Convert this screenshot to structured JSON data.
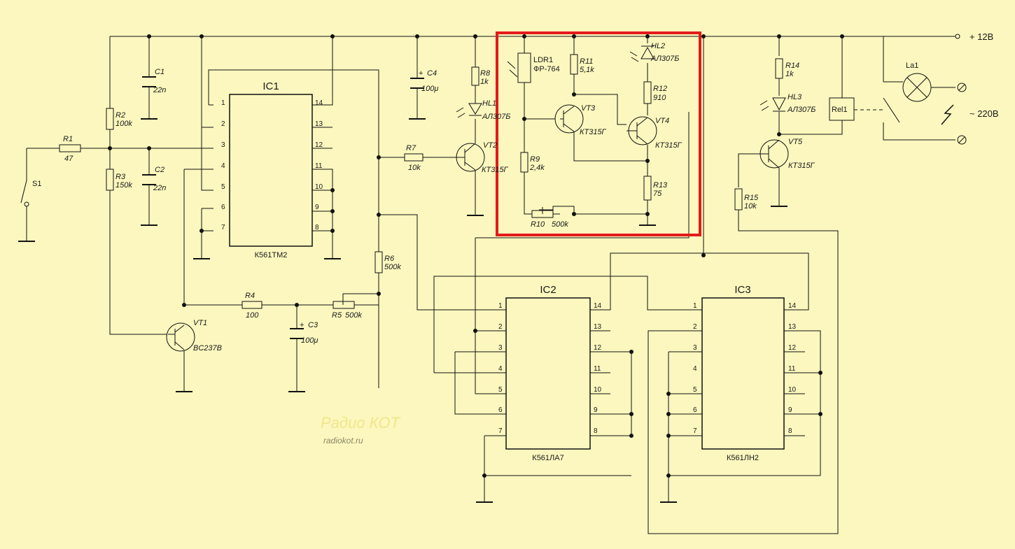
{
  "ic_labels": {
    "ic1": {
      "name": "IC1",
      "type": "К561ТМ2"
    },
    "ic2": {
      "name": "IC2",
      "type": "К561ЛА7"
    },
    "ic3": {
      "name": "IC3",
      "type": "К561ЛН2"
    }
  },
  "pin_labels": [
    "1",
    "2",
    "3",
    "4",
    "5",
    "6",
    "7",
    "8",
    "9",
    "10",
    "11",
    "12",
    "13",
    "14"
  ],
  "resistors": {
    "r1": {
      "ref": "R1",
      "value": "47"
    },
    "r2": {
      "ref": "R2",
      "value": "100k"
    },
    "r3": {
      "ref": "R3",
      "value": "150k"
    },
    "r4": {
      "ref": "R4",
      "value": "100"
    },
    "r5": {
      "ref": "R5",
      "value": "500k"
    },
    "r6": {
      "ref": "R6",
      "value": "500k"
    },
    "r7": {
      "ref": "R7",
      "value": "10k"
    },
    "r8": {
      "ref": "R8",
      "value": "1k"
    },
    "r9": {
      "ref": "R9",
      "value": "2,4k"
    },
    "r10": {
      "ref": "R10",
      "value": "500k"
    },
    "r11": {
      "ref": "R11",
      "value": "5,1k"
    },
    "r12": {
      "ref": "R12",
      "value": "910"
    },
    "r13": {
      "ref": "R13",
      "value": "75"
    },
    "r14": {
      "ref": "R14",
      "value": "1k"
    },
    "r15": {
      "ref": "R15",
      "value": "10k"
    }
  },
  "capacitors": {
    "c1": {
      "ref": "C1",
      "value": "22n"
    },
    "c2": {
      "ref": "C2",
      "value": "22n"
    },
    "c3": {
      "ref": "C3",
      "value": "100μ"
    },
    "c4": {
      "ref": "C4",
      "value": "100μ"
    }
  },
  "transistors": {
    "vt1": {
      "ref": "VT1",
      "type": "BC237B"
    },
    "vt2": {
      "ref": "VT2",
      "type": "КТ315Г"
    },
    "vt3": {
      "ref": "VT3",
      "type": "КТ315Г"
    },
    "vt4": {
      "ref": "VT4",
      "type": "КТ315Г"
    },
    "vt5": {
      "ref": "VT5",
      "type": "КТ315Г"
    }
  },
  "leds": {
    "hl1": {
      "ref": "HL1",
      "type": "АЛ307Б"
    },
    "hl2": {
      "ref": "HL2",
      "type": "АЛ307Б"
    },
    "hl3": {
      "ref": "HL3",
      "type": "АЛ307Б"
    }
  },
  "ldr": {
    "ref": "LDR1",
    "type": "ФР-764"
  },
  "switch": {
    "ref": "S1"
  },
  "relay": {
    "ref": "Rel1"
  },
  "lamp": {
    "ref": "La1"
  },
  "power": {
    "supply": "+ 12В",
    "mains": "~ 220В"
  },
  "watermark": {
    "logo": "Радио КОТ",
    "site": "radiokot.ru"
  },
  "colors": {
    "background": "#fbf7be",
    "wire": "#111111",
    "highlight": "#e21b1b"
  }
}
